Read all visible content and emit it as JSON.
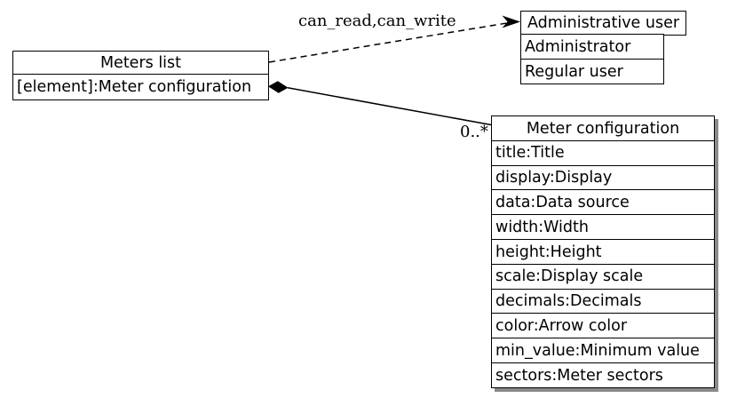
{
  "diagram": {
    "background": "#ffffff",
    "line_color": "#000000",
    "shadow_color": "#8a8a8a",
    "nodes": {
      "meters_list": {
        "title": "Meters list",
        "attributes": [
          "[element]:Meter configuration"
        ]
      },
      "administrative_user": {
        "title": "Administrative user",
        "attributes": [
          "Administrator",
          "Regular user"
        ]
      },
      "meter_configuration": {
        "title": "Meter configuration",
        "attributes": [
          "title:Title",
          "display:Display",
          "data:Data source",
          "width:Width",
          "height:Height",
          "scale:Display scale",
          "decimals:Decimals",
          "color:Arrow color",
          "min_value:Minimum value",
          "sectors:Meter sectors"
        ]
      }
    },
    "edges": {
      "permission": {
        "from": "Meters list",
        "to": "Administrative user",
        "label": "can_read,can_write",
        "style": "dashed-arrow"
      },
      "composition": {
        "from": "Meters list",
        "to": "Meter configuration",
        "multiplicity": "0..*",
        "style": "solid-composition-diamond"
      }
    }
  }
}
